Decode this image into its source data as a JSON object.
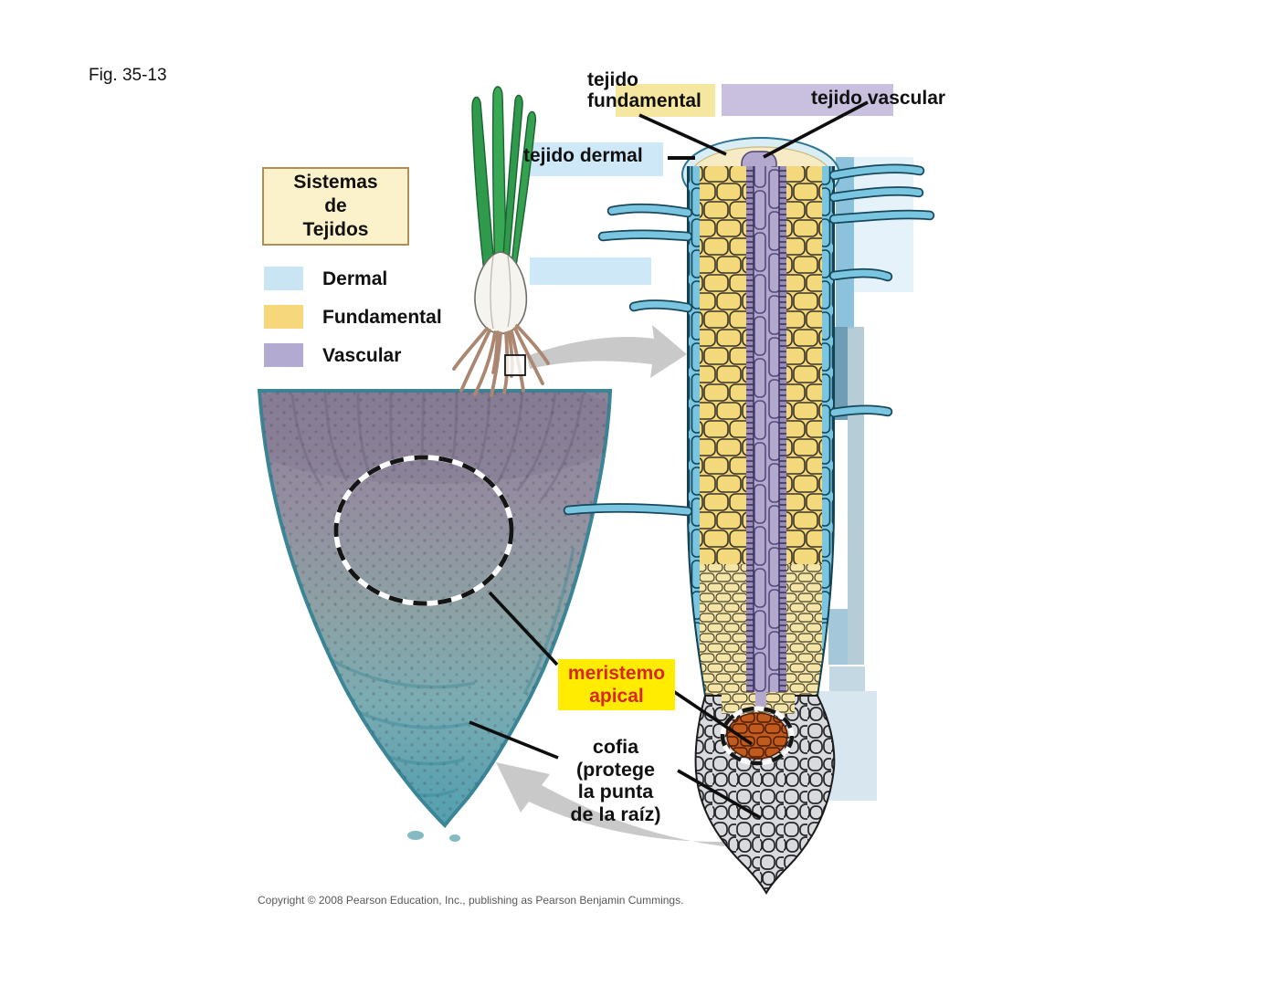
{
  "figure_label": "Fig. 35-13",
  "copyright": "Copyright © 2008 Pearson Education, Inc., publishing as Pearson Benjamin Cummings.",
  "legend": {
    "title": "Sistemas\nde\nTejidos",
    "items": [
      {
        "label": "Dermal",
        "color": "#c9e5f4"
      },
      {
        "label": "Fundamental",
        "color": "#f7d77c"
      },
      {
        "label": "Vascular",
        "color": "#b3aad1"
      }
    ]
  },
  "callouts": {
    "fundamental": "tejido\nfundamental",
    "vascular": "tejido vascular",
    "dermal": "tejido dermal",
    "meristem": "meristemo\napical",
    "root_cap": "cofia\n(protege\nla punta\nde la raíz)"
  },
  "colors": {
    "dermal_band": "#cfe8f7",
    "fundamental_band": "#f6e7a0",
    "vascular_band": "#c8c0de",
    "blank_band": "#cfe8f7",
    "meristem_bg": "#ffec00",
    "meristem_text": "#d6281e",
    "root_epidermis": "#7ac6e0",
    "root_cortex": "#f4d87c",
    "root_vascular_column": "#b3a9cf",
    "root_cap_cells": "#d9dade",
    "apical_meristem_cells": "#c05a1d"
  }
}
